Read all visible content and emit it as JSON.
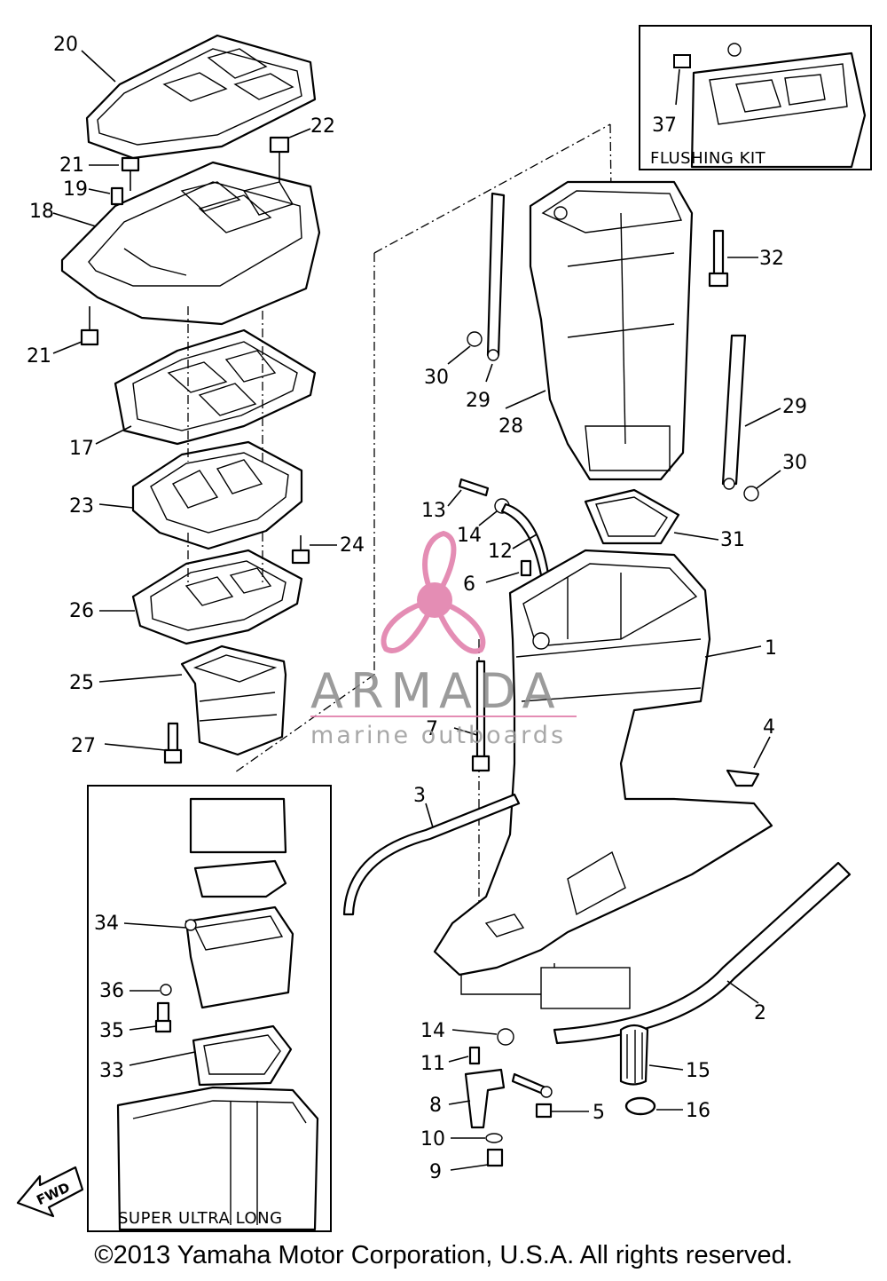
{
  "callouts": {
    "c1": "1",
    "c2": "2",
    "c3": "3",
    "c4": "4",
    "c5": "5",
    "c6": "6",
    "c7": "7",
    "c8": "8",
    "c9": "9",
    "c10": "10",
    "c11": "11",
    "c12": "12",
    "c13": "13",
    "c14a": "14",
    "c14b": "14",
    "c15": "15",
    "c16": "16",
    "c17": "17",
    "c18": "18",
    "c19": "19",
    "c20": "20",
    "c21a": "21",
    "c21b": "21",
    "c22": "22",
    "c23": "23",
    "c24": "24",
    "c25": "25",
    "c26": "26",
    "c27": "27",
    "c28": "28",
    "c29a": "29",
    "c29b": "29",
    "c30a": "30",
    "c30b": "30",
    "c31": "31",
    "c32": "32",
    "c33": "33",
    "c34": "34",
    "c35": "35",
    "c36": "36",
    "c37": "37"
  },
  "inset_flushing": {
    "label": "FLUSHING KIT"
  },
  "inset_super_ultra_long": {
    "label": "SUPER ULTRA LONG"
  },
  "fwd_arrow": {
    "label": "FWD"
  },
  "watermark": {
    "brand": "ARMADA",
    "tagline": "marine outboards",
    "icon": "propeller-icon",
    "color": "#e07aa8"
  },
  "copyright": "©2013 Yamaha Motor Corporation, U.S.A. All rights reserved."
}
